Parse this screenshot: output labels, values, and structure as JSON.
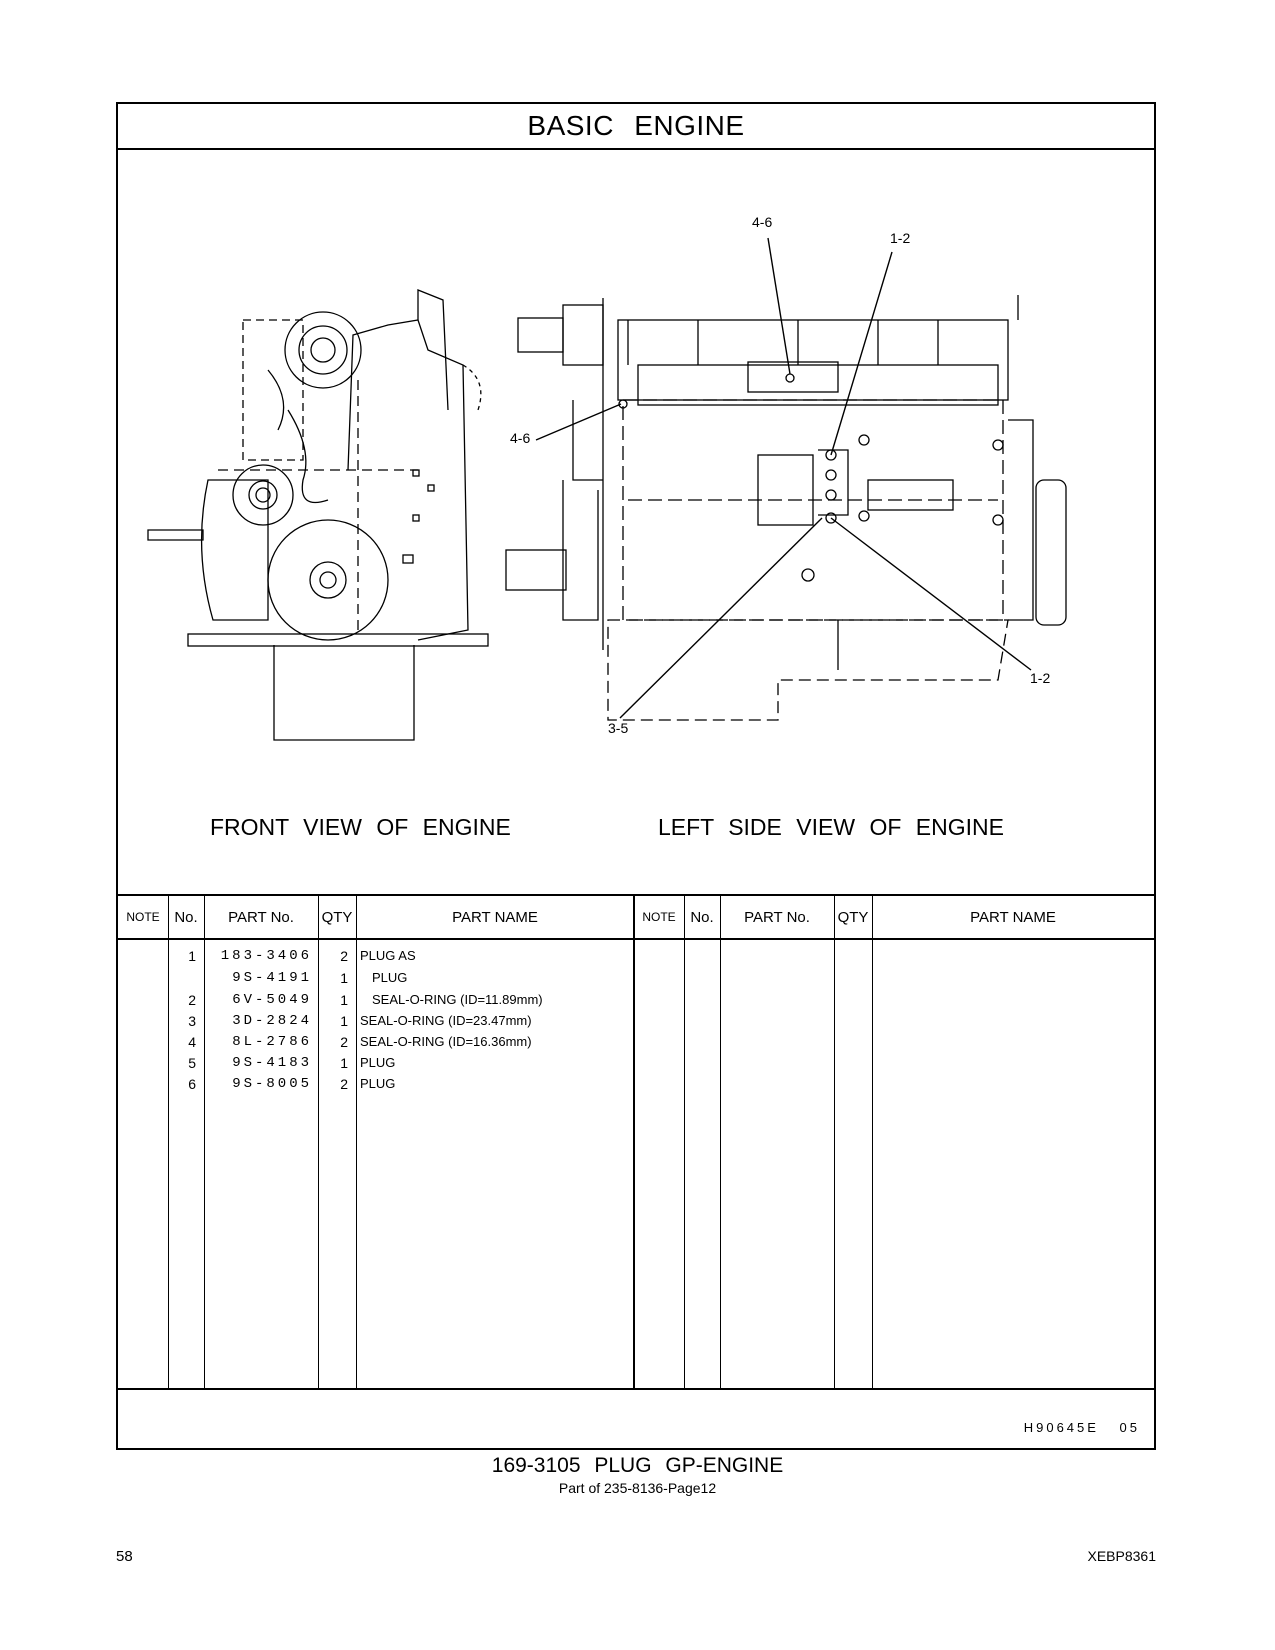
{
  "title": "BASIC ENGINE",
  "views": {
    "front_label": "FRONT VIEW OF ENGINE",
    "side_label": "LEFT SIDE VIEW OF ENGINE"
  },
  "callouts": [
    "4-6",
    "1-2",
    "4-6",
    "1-2",
    "3-5"
  ],
  "table": {
    "headers": {
      "note": "NOTE",
      "no": "No.",
      "part_no": "PART No.",
      "qty": "QTY",
      "part_name": "PART NAME"
    },
    "rows": [
      {
        "no": "1",
        "part_no": "183-3406",
        "qty": "2",
        "name": "PLUG AS"
      },
      {
        "no": "",
        "part_no": "9S-4191",
        "qty": "1",
        "name": "PLUG"
      },
      {
        "no": "2",
        "part_no": "6V-5049",
        "qty": "1",
        "name": "SEAL-O-RING (ID=11.89mm)"
      },
      {
        "no": "3",
        "part_no": "3D-2824",
        "qty": "1",
        "name": "SEAL-O-RING (ID=23.47mm)"
      },
      {
        "no": "4",
        "part_no": "8L-2786",
        "qty": "2",
        "name": "SEAL-O-RING (ID=16.36mm)"
      },
      {
        "no": "5",
        "part_no": "9S-4183",
        "qty": "1",
        "name": "PLUG"
      },
      {
        "no": "6",
        "part_no": "9S-8005",
        "qty": "2",
        "name": "PLUG"
      }
    ]
  },
  "illustration_code": "H90645E 05",
  "group_title": "169-3105 PLUG GP-ENGINE",
  "group_subtitle": "Part of 235-8136-Page12",
  "page_number": "58",
  "document_code": "XEBP8361"
}
